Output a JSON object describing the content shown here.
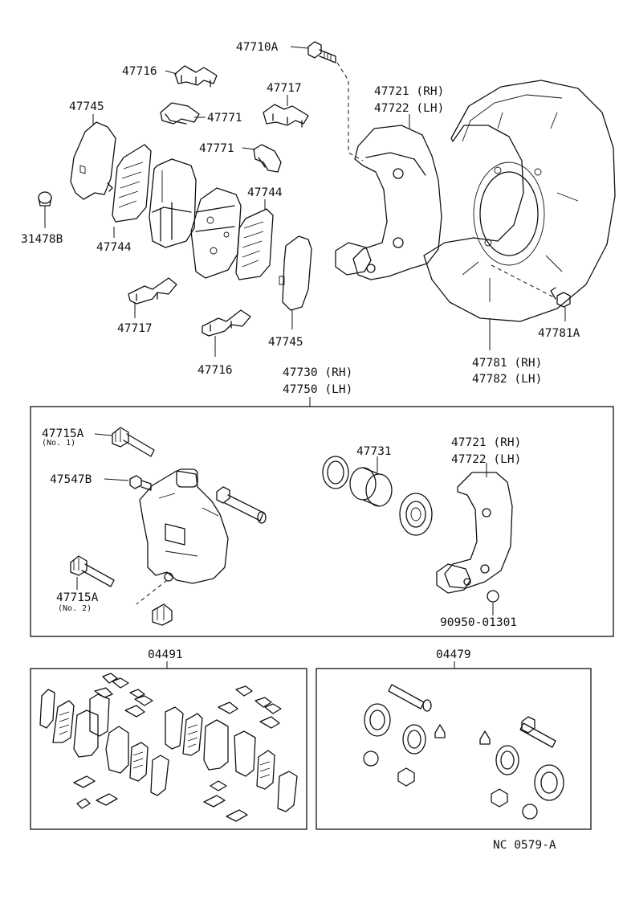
{
  "diagram": {
    "reference": "NC 0579-A",
    "labels": {
      "p47710A": "47710A",
      "p47716_top": "47716",
      "p47717_top": "47717",
      "p47745_left": "47745",
      "p47771_a": "47771",
      "p47771_b": "47771",
      "p47744_right": "47744",
      "p47744_left": "47744",
      "p31478B": "31478B",
      "p47717_bottom": "47717",
      "p47716_bottom": "47716",
      "p47745_right": "47745",
      "p47721_rh_top": "47721 (RH)",
      "p47722_lh_top": "47722 (LH)",
      "p47781A": "47781A",
      "p47781_rh": "47781 (RH)",
      "p47782_lh": "47782 (LH)",
      "p47730_rh": "47730 (RH)",
      "p47750_lh": "47750 (LH)",
      "p47715A_no1": "47715A",
      "p47715A_no1_sub": "(No. 1)",
      "p47547B": "47547B",
      "p47715A_no2": "47715A",
      "p47715A_no2_sub": "(No. 2)",
      "p47731": "47731",
      "p47721_rh_box": "47721 (RH)",
      "p47722_lh_box": "47722 (LH)",
      "p90950": "90950-01301",
      "kit04491": "04491",
      "kit04479": "04479"
    }
  }
}
